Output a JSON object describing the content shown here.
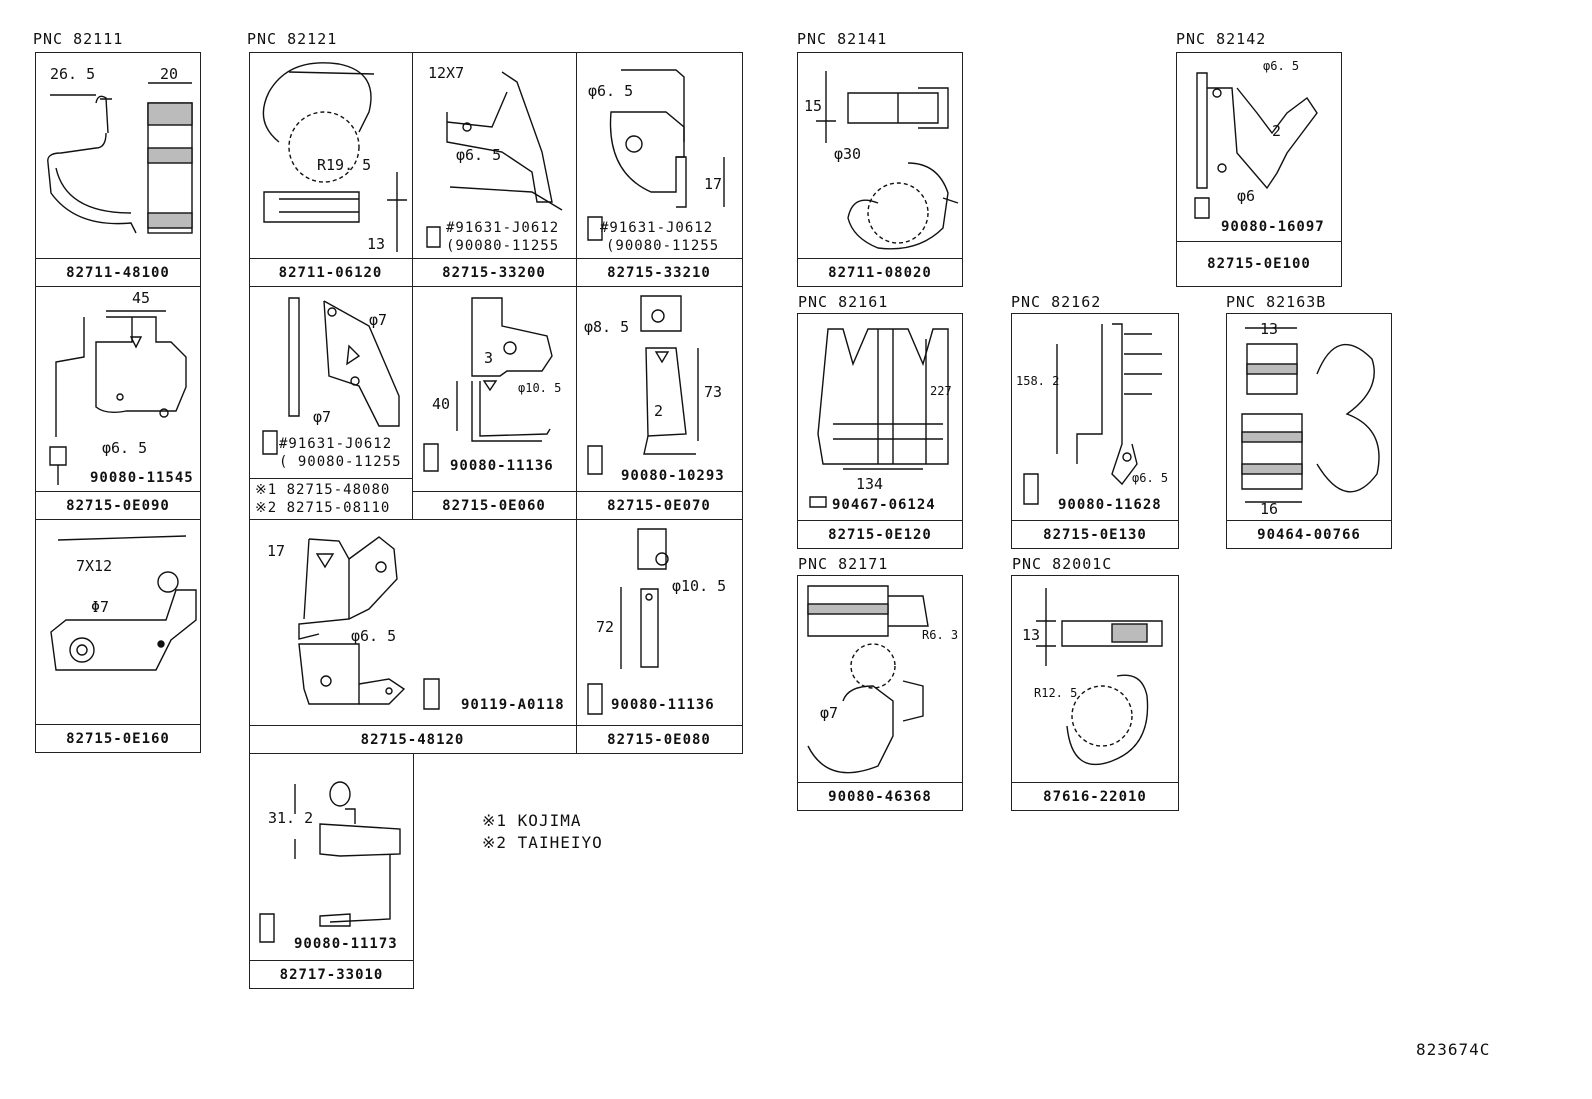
{
  "pnc": {
    "p82111": "PNC 82111",
    "p82121": "PNC 82121",
    "p82141": "PNC 82141",
    "p82142": "PNC 82142",
    "p82161": "PNC 82161",
    "p82162": "PNC 82162",
    "p82163b": "PNC 82163B",
    "p82171": "PNC 82171",
    "p82001c": "PNC 82001C"
  },
  "parts": {
    "c1": "82711-48100",
    "c2": "82715-0E090",
    "c3": "82715-0E160",
    "g11": "82711-06120",
    "g12": "82715-33200",
    "g13": "82715-33210",
    "g22": "82715-0E060",
    "g23": "82715-0E070",
    "g3": "82715-48120",
    "g33": "82715-0E080",
    "g4": "82717-33010",
    "p141": "82711-08020",
    "p142": "82715-0E100",
    "p161": "82715-0E120",
    "p162": "82715-0E130",
    "p163": "90464-00766",
    "p171": "90080-46368",
    "p001": "87616-22010"
  },
  "bolts": {
    "b_c2": "90080-11545",
    "b_g12a": "#91631-J0612",
    "b_g12b": "(90080-11255",
    "b_g13a": "#91631-J0612",
    "b_g13b": "(90080-11255",
    "b_g21a": "#91631-J0612",
    "b_g21b": "( 90080-11255",
    "b_g22": "90080-11136",
    "b_g23": "90080-10293",
    "b_g3": "90119-A0118",
    "b_g33": "90080-11136",
    "b_g4": "90080-11173",
    "b_142": "90080-16097",
    "b_161": "90467-06124",
    "b_162": "90080-11628"
  },
  "variants": {
    "v1": "※1 82715-48080",
    "v2": "※2 82715-08110"
  },
  "dims": {
    "d265": "26. 5",
    "d20": "20",
    "d45": "45",
    "d65a": "φ6. 5",
    "d7x12": "7X12",
    "d7a": "Φ7",
    "dr195": "R19. 5",
    "d13a": "13",
    "d12x7": "12X7",
    "d65b": "φ6. 5",
    "d65c": "φ6. 5",
    "d17a": "17",
    "d7b": "φ7",
    "d7c": "φ7",
    "d3": "3",
    "d40": "40",
    "d105a": "φ10. 5",
    "d85": "φ8. 5",
    "d73": "73",
    "d2a": "2",
    "d17b": "17",
    "d65d": "φ6. 5",
    "d105b": "φ10. 5",
    "d72": "72",
    "d312": "31. 2",
    "d15": "15",
    "d30": "φ30",
    "d65e": "φ6. 5",
    "d2b": "2",
    "d6": "φ6",
    "d227": "227",
    "d134": "134",
    "d1582": "158. 2",
    "d65f": "φ6. 5",
    "d13b": "13",
    "d16": "16",
    "dr63": "R6. 3",
    "d7d": "φ7",
    "d13c": "13",
    "dr125": "R12. 5"
  },
  "notes": {
    "n1": "※1 KOJIMA",
    "n2": "※2 TAIHEIYO"
  },
  "ref": "823674C"
}
